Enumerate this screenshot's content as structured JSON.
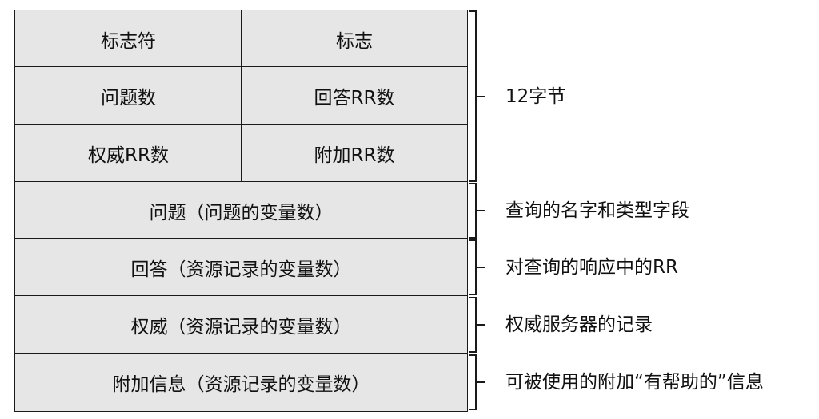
{
  "header_section": {
    "row1": {
      "left": "标志符",
      "right": "标志"
    },
    "row2": {
      "left": "问题数",
      "right": "回答RR数"
    },
    "row3": {
      "left": "权威RR数",
      "right": "附加RR数"
    },
    "annotation": "12字节"
  },
  "sections": [
    {
      "label": "问题（问题的变量数）",
      "annotation": "查询的名字和类型字段"
    },
    {
      "label": "回答（资源记录的变量数）",
      "annotation": "对查询的响应中的RR"
    },
    {
      "label": "权威（资源记录的变量数）",
      "annotation": "权威服务器的记录"
    },
    {
      "label": "附加信息（资源记录的变量数）",
      "annotation": "可被使用的附加“有帮助的”信息"
    }
  ]
}
